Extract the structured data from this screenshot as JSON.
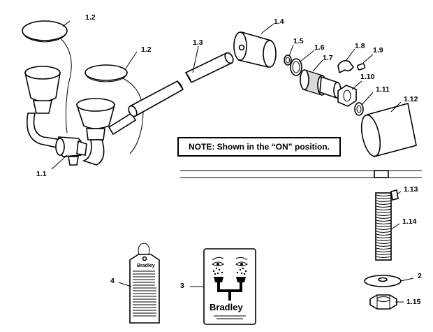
{
  "note": "NOTE: Shown in the “ON” position.",
  "callouts": {
    "c1_1": "1.1",
    "c1_2a": "1.2",
    "c1_2b": "1.2",
    "c1_3": "1.3",
    "c1_4": "1.4",
    "c1_5": "1.5",
    "c1_6": "1.6",
    "c1_7": "1.7",
    "c1_8": "1.8",
    "c1_9": "1.9",
    "c1_10": "1.10",
    "c1_11": "1.11",
    "c1_12": "1.12",
    "c1_13": "1.13",
    "c1_14": "1.14",
    "c1_15": "1.15",
    "c2": "2",
    "c3": "3",
    "c4": "4"
  },
  "brand": {
    "tag_logo": "Bradley",
    "sign_logo": "Bradley"
  }
}
